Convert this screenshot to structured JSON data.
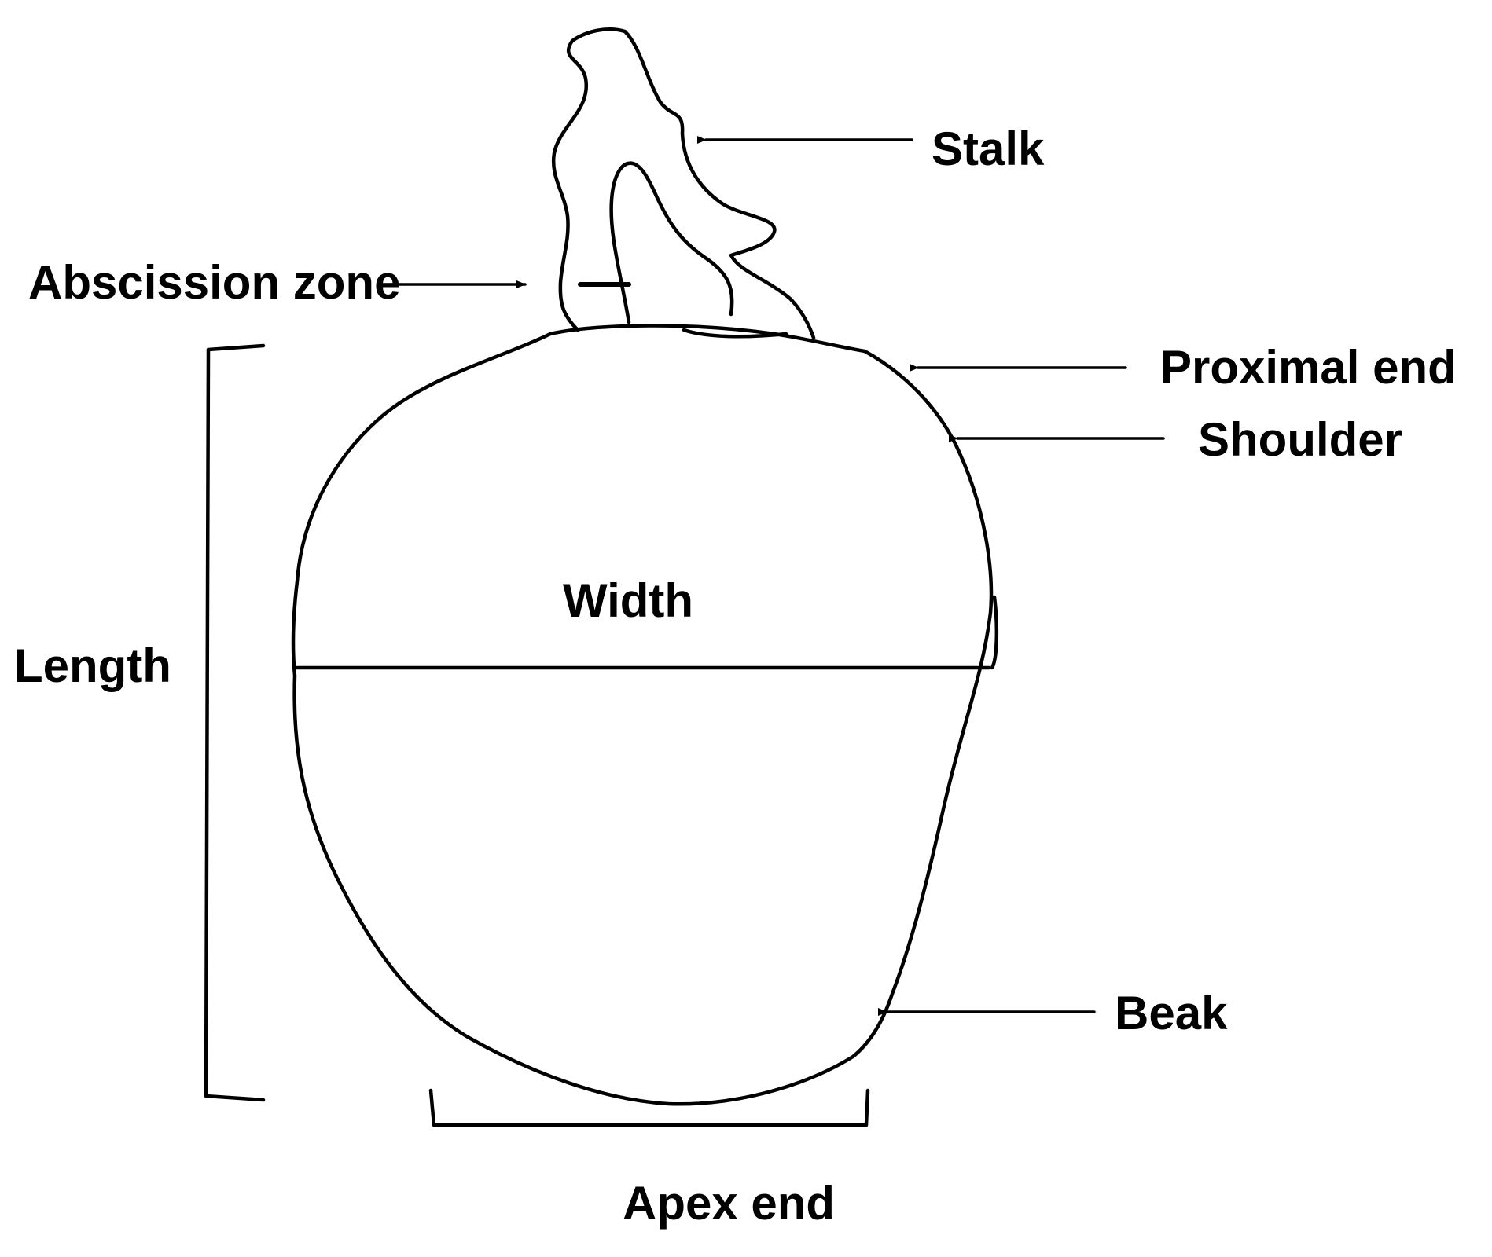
{
  "labels": {
    "stalk": "Stalk",
    "abscission_zone": "Abscission zone",
    "proximal_end": "Proximal end",
    "shoulder": "Shoulder",
    "width": "Width",
    "length": "Length",
    "beak": "Beak",
    "apex_end": "Apex end"
  },
  "colors": {
    "line": "#000000",
    "background": "#ffffff"
  }
}
